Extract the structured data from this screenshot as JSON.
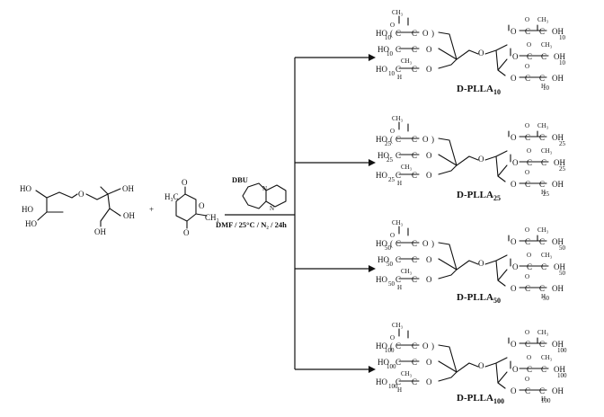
{
  "reagents": {
    "plus": "+",
    "catalyst": "DBU",
    "conditions": "DMF / 25°C / N₂ / 24h"
  },
  "atoms": {
    "OH": "OH",
    "HO": "HO",
    "O": "O",
    "H": "H",
    "C": "C",
    "CH3": "CH₃",
    "H3C": "H₃C",
    "N": "N"
  },
  "products": [
    {
      "name": "D-PLLA",
      "sub": "10",
      "n": "10"
    },
    {
      "name": "D-PLLA",
      "sub": "25",
      "n": "25"
    },
    {
      "name": "D-PLLA",
      "sub": "50",
      "n": "50"
    },
    {
      "name": "D-PLLA",
      "sub": "100",
      "n": "100"
    }
  ]
}
